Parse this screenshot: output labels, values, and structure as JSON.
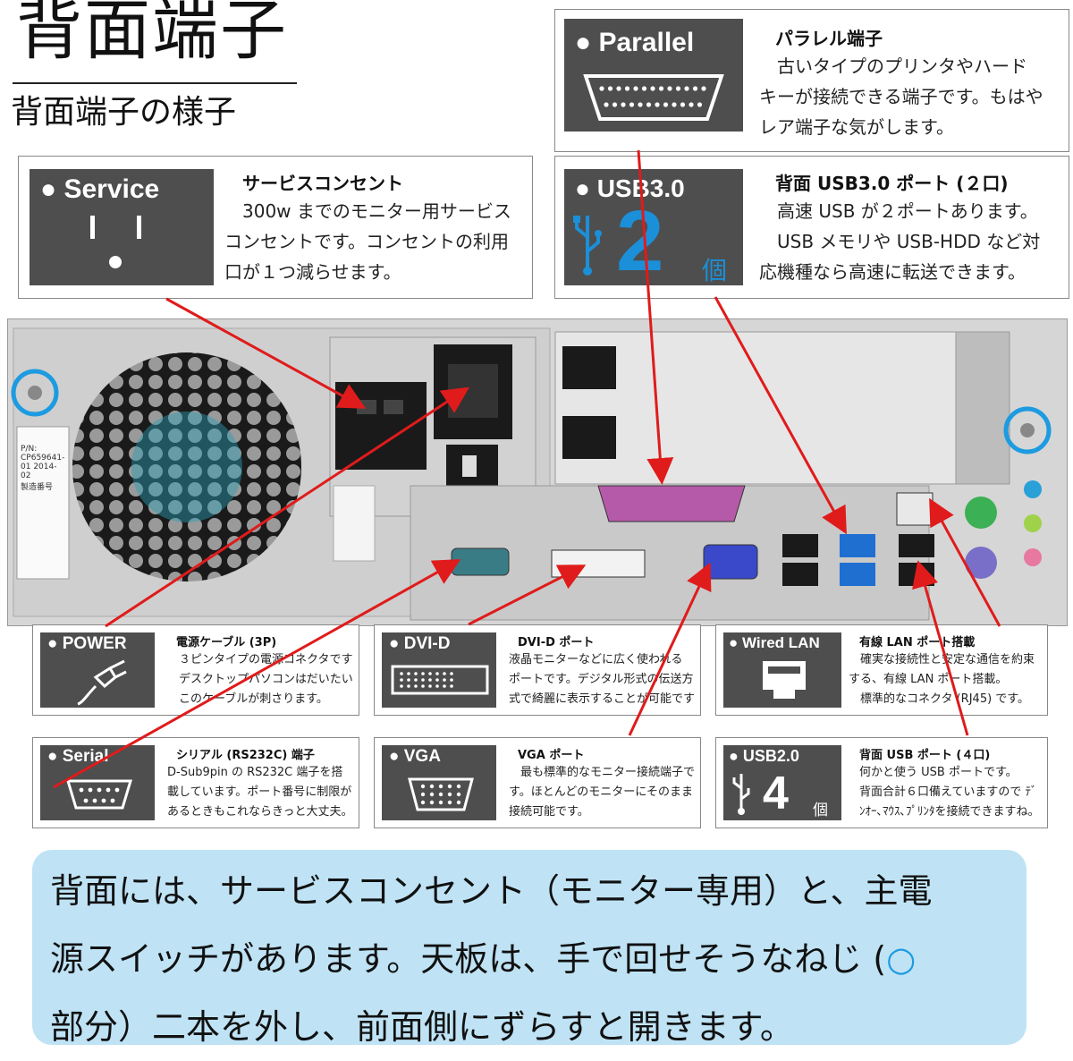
{
  "header": {
    "title": "背面端子",
    "subtitle": "背面端子の様子"
  },
  "callouts": {
    "parallel": {
      "badge": "● Parallel",
      "title": "パラレル端子",
      "text": "　古いタイプのプリンタやハード\nキーが接続できる端子です。もはや\nレア端子な気がします。",
      "icon": "parallel-port-icon"
    },
    "service": {
      "badge": "● Service",
      "title": "サービスコンセント",
      "text": "　300w までのモニター用サービス\nコンセントです。コンセントの利用\n口が１つ減らせます。",
      "icon": "outlet-icon"
    },
    "usb3": {
      "badge": "● USB3.0",
      "count": "2",
      "unit": "個",
      "title": "背面 USB3.0 ポート (２口)",
      "text": "　高速 USB が２ポートあります。\n　USB メモリや USB-HDD など対\n応機種なら高速に転送できます。",
      "icon": "usb-icon"
    },
    "power": {
      "badge": "● POWER",
      "title": "電源ケーブル (3P)",
      "text": "　３ピンタイプの電源コネクタです\n　デスクトップパソコンはだいたい\n　このケーブルが刺さります。",
      "icon": "power-plug-icon"
    },
    "dvi": {
      "badge": "● DVI-D",
      "title": "DVI-D ポート",
      "text": "液晶モニターなどに広く使われる\nポートです。デジタル形式の伝送方\n式で綺麗に表示することが可能です",
      "icon": "dvi-port-icon"
    },
    "lan": {
      "badge": "● Wired LAN",
      "title": "有線 LAN ポート搭載",
      "text": "　確実な接続性と安定な通信を約束\nする、有線 LAN ポート搭載。\n　標準的なコネクタ (RJ45) です。",
      "icon": "ethernet-port-icon"
    },
    "serial": {
      "badge": "● Serial",
      "title": "シリアル (RS232C) 端子",
      "text": "D-Sub9pin の RS232C 端子を搭\n載しています。ポート番号に制限が\nあるときもこれならきっと大丈夫。",
      "icon": "serial-port-icon"
    },
    "vga": {
      "badge": "● VGA",
      "title": "VGA ポート",
      "text": "　最も標準的なモニター接続端子で\nす。ほとんどのモニターにそのまま\n接続可能です。",
      "icon": "vga-port-icon"
    },
    "usb2": {
      "badge": "● USB2.0",
      "count": "4",
      "unit": "個",
      "title": "背面 USB ポート (４口)",
      "text": "何かと使う USB ポートです。\n背面合計６口備えていますので ﾃﾞ\nﾝｵｰ､ﾏｳｽ､ﾌﾟﾘﾝﾀを接続できますね。",
      "icon": "usb-icon"
    }
  },
  "photo": {
    "label_lines": [
      "P/N: CP659641-01   2014-02",
      "製造番号"
    ]
  },
  "note": {
    "line1": "背面には、サービスコンセント（モニター専用）と、主電",
    "line2": "源スイッチがあります。天板は、手で回せそうなねじ (",
    "circle": "○",
    "line3": "部分）二本を外し、前面側にずらすと開きます。"
  },
  "colors": {
    "arrow": "#e01b1b",
    "badge": "#4e4e4e",
    "usb_blue": "#1b8fd8",
    "circle_blue": "#1d9be0",
    "bubble": "#bfe3f5"
  }
}
